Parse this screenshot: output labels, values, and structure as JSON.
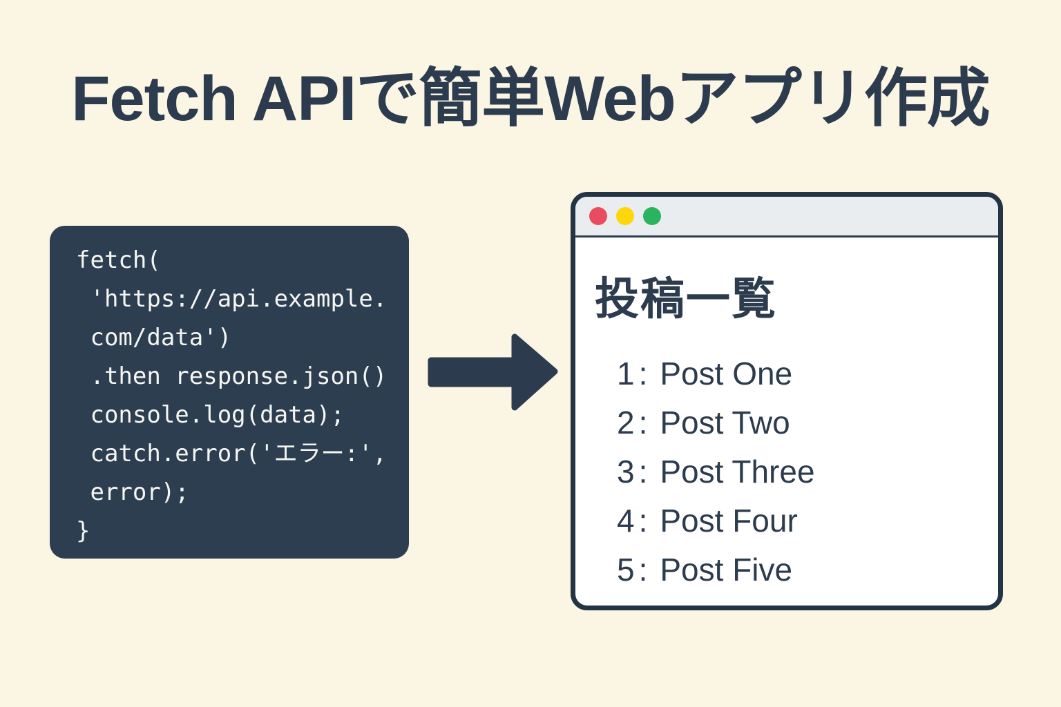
{
  "title": "Fetch APIで簡単Webアプリ作成",
  "code_block": {
    "lines": [
      "fetch(",
      " 'https://api.example.",
      " com/data')",
      " .then response.json()",
      " console.log(data);",
      " catch.error('エラー:',",
      " error);",
      "}"
    ]
  },
  "arrow": {
    "direction": "right",
    "color": "#2C3B4D"
  },
  "browser_window": {
    "traffic_lights": [
      {
        "name": "red-dot",
        "color": "#EA4C5F"
      },
      {
        "name": "yellow-dot",
        "color": "#FFD60A"
      },
      {
        "name": "green-dot",
        "color": "#2AB45F"
      }
    ],
    "heading": "投稿一覧",
    "separator": ":",
    "posts": [
      {
        "number": "1",
        "title": "Post One"
      },
      {
        "number": "2",
        "title": "Post Two"
      },
      {
        "number": "3",
        "title": "Post Three"
      },
      {
        "number": "4",
        "title": "Post Four"
      },
      {
        "number": "5",
        "title": "Post Five"
      }
    ]
  },
  "colors": {
    "background": "#FBF6E4",
    "navy": "#2C3B4D",
    "code_background": "#2D3E50",
    "code_text": "#F5F6F3",
    "window_border": "#233444",
    "titlebar_background": "#E9EDF0",
    "window_body": "#FFFFFF"
  }
}
